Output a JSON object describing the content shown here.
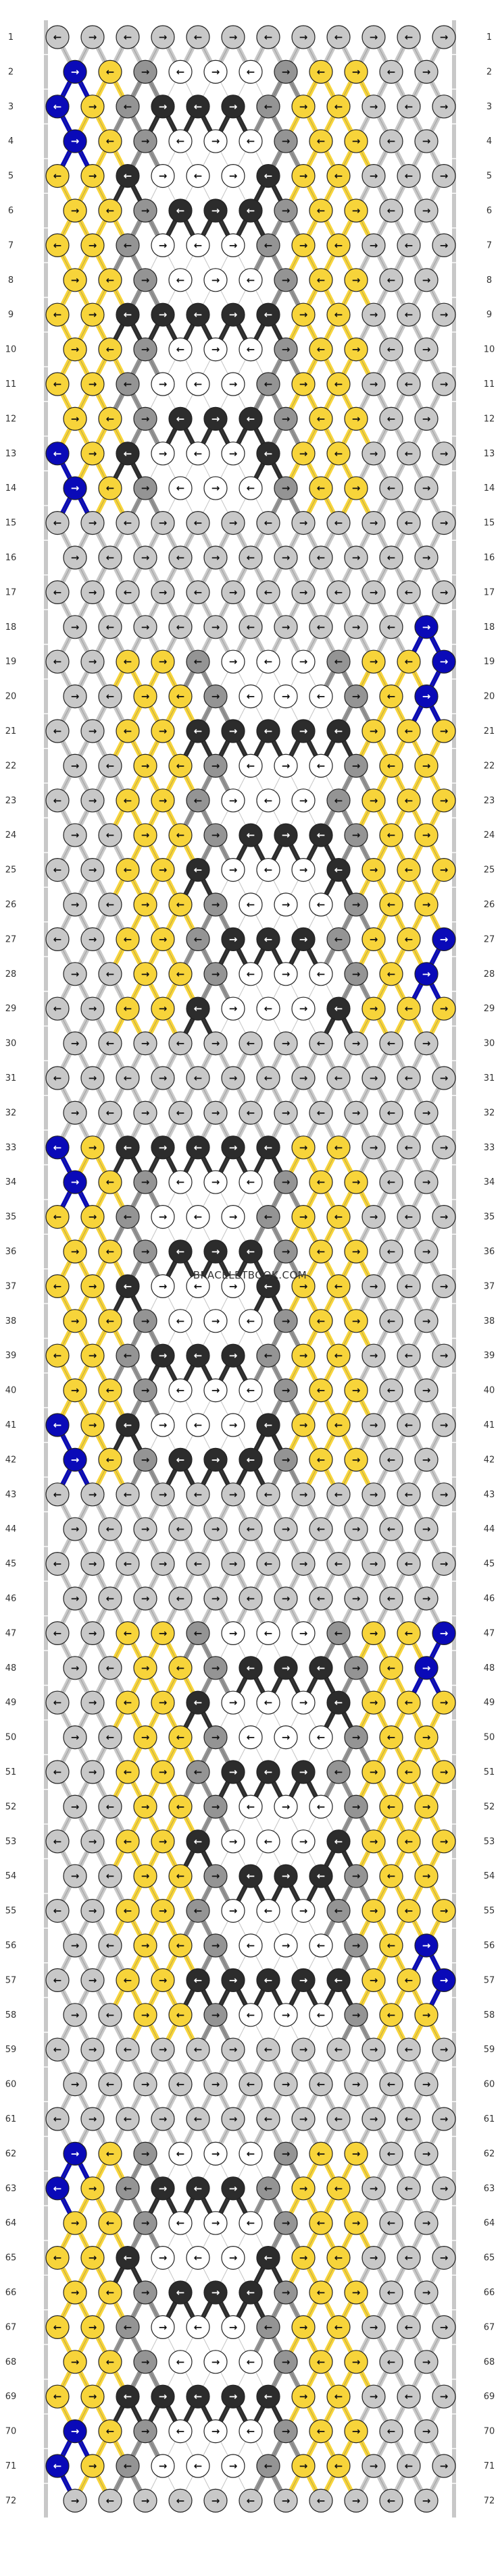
{
  "pattern": {
    "watermark": "BRACELETBOOK.COM",
    "rows": 72,
    "knots_per_row": 12,
    "colors": {
      "grey": "#c8c8c8",
      "yellow": "#f7d43a",
      "black": "#2c2c2c",
      "white": "#ffffff",
      "dark_grey": "#949494",
      "blue": "#0a0ab8"
    },
    "icons": [
      "arrow-left-icon",
      "arrow-right-icon",
      "arrow-forward-backward-icon",
      "arrow-backward-forward-icon"
    ]
  }
}
